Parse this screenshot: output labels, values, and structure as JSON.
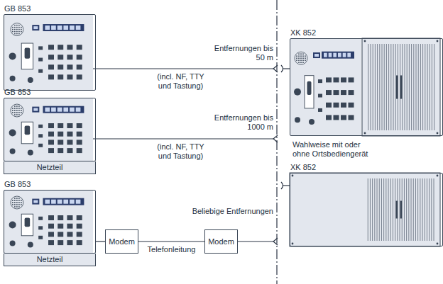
{
  "diagram": {
    "nodes": [
      {
        "text": [
          "GB 853"
        ]
      },
      {
        "text": [
          "GB 853",
          "Netzteil"
        ]
      },
      {
        "text": [
          "GB 853",
          "Netzteil"
        ]
      },
      {
        "text": [
          "Modem"
        ]
      },
      {
        "text": [
          "Modem"
        ]
      },
      {
        "text": [
          "XK 852"
        ]
      },
      {
        "text": [
          "XK 852"
        ]
      }
    ],
    "edges": [
      {
        "from": 2,
        "to": 3,
        "arrow": "none"
      },
      {
        "from": 3,
        "to": 4,
        "label": "Telefonleitung",
        "arrow": "none"
      }
    ],
    "labels": [
      "Entfernungen bis 50 m",
      "(incl. NF, TTY und Tastung)",
      "Entfernungen bis 1000 m",
      "(incl. NF, TTY und Tastung)",
      "Beliebige Entfernungen",
      "Wahlweise mit oder ohne Ortsbediengerät"
    ]
  }
}
